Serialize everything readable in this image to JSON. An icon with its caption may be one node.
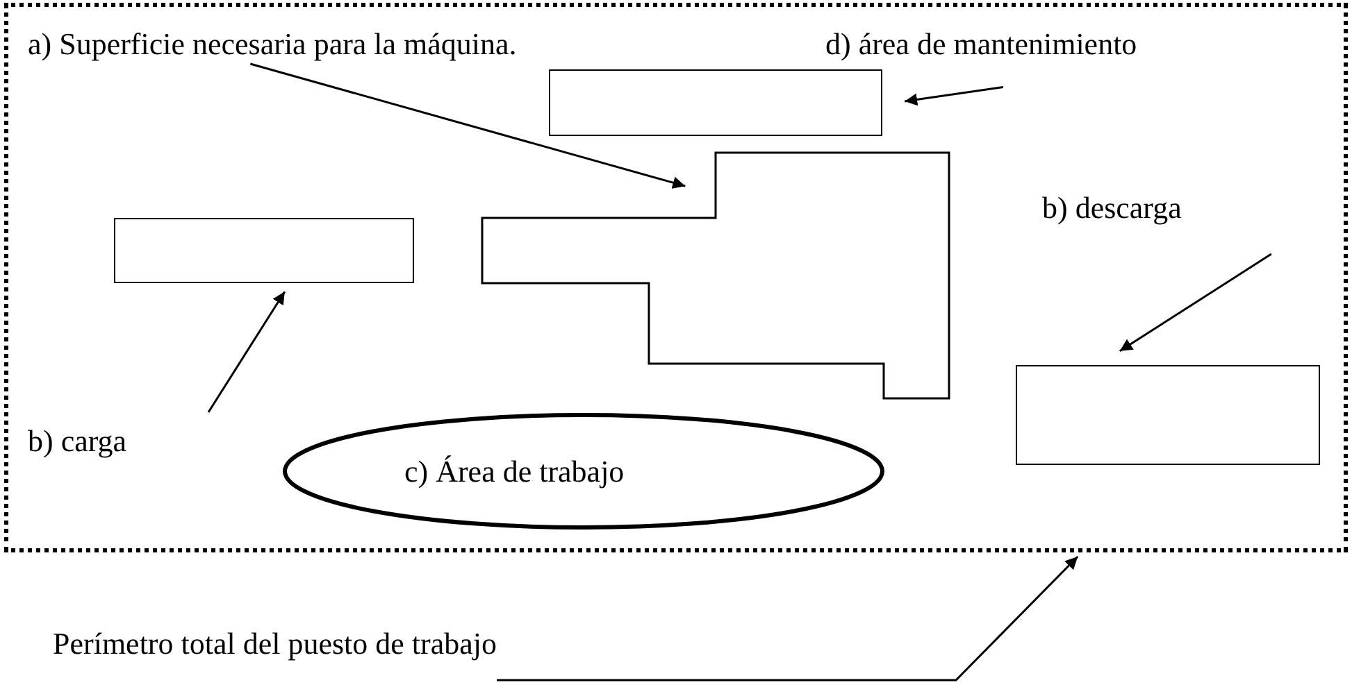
{
  "diagram": {
    "nodes": [
      {
        "text": [],
        "shape": "box"
      },
      {
        "text": [
          "a) Superficie necesaria para la máquina."
        ],
        "in": 0
      },
      {
        "text": [
          "d) área de mantenimiento"
        ],
        "in": 0
      },
      {
        "text": [],
        "shape": "box",
        "in": 0
      },
      {
        "text": [],
        "shape": "polygon",
        "in": 0
      },
      {
        "text": [],
        "shape": "box",
        "in": 0
      },
      {
        "text": [
          "b) carga"
        ],
        "in": 0
      },
      {
        "text": [
          "b) descarga"
        ],
        "in": 0
      },
      {
        "text": [],
        "shape": "box",
        "in": 0
      },
      {
        "text": [
          "c) Área de trabajo"
        ],
        "in": 0
      },
      {
        "text": [
          "Perímetro total del puesto de trabajo"
        ]
      }
    ],
    "edges": [
      {
        "from": 1,
        "to": 4,
        "arrow": "to"
      },
      {
        "from": 2,
        "to": 3,
        "arrow": "to"
      },
      {
        "from": 6,
        "to": 5,
        "arrow": "to"
      },
      {
        "from": 7,
        "to": 8,
        "arrow": "to"
      },
      {
        "from": 10,
        "to": 0,
        "arrow": "to"
      }
    ]
  }
}
